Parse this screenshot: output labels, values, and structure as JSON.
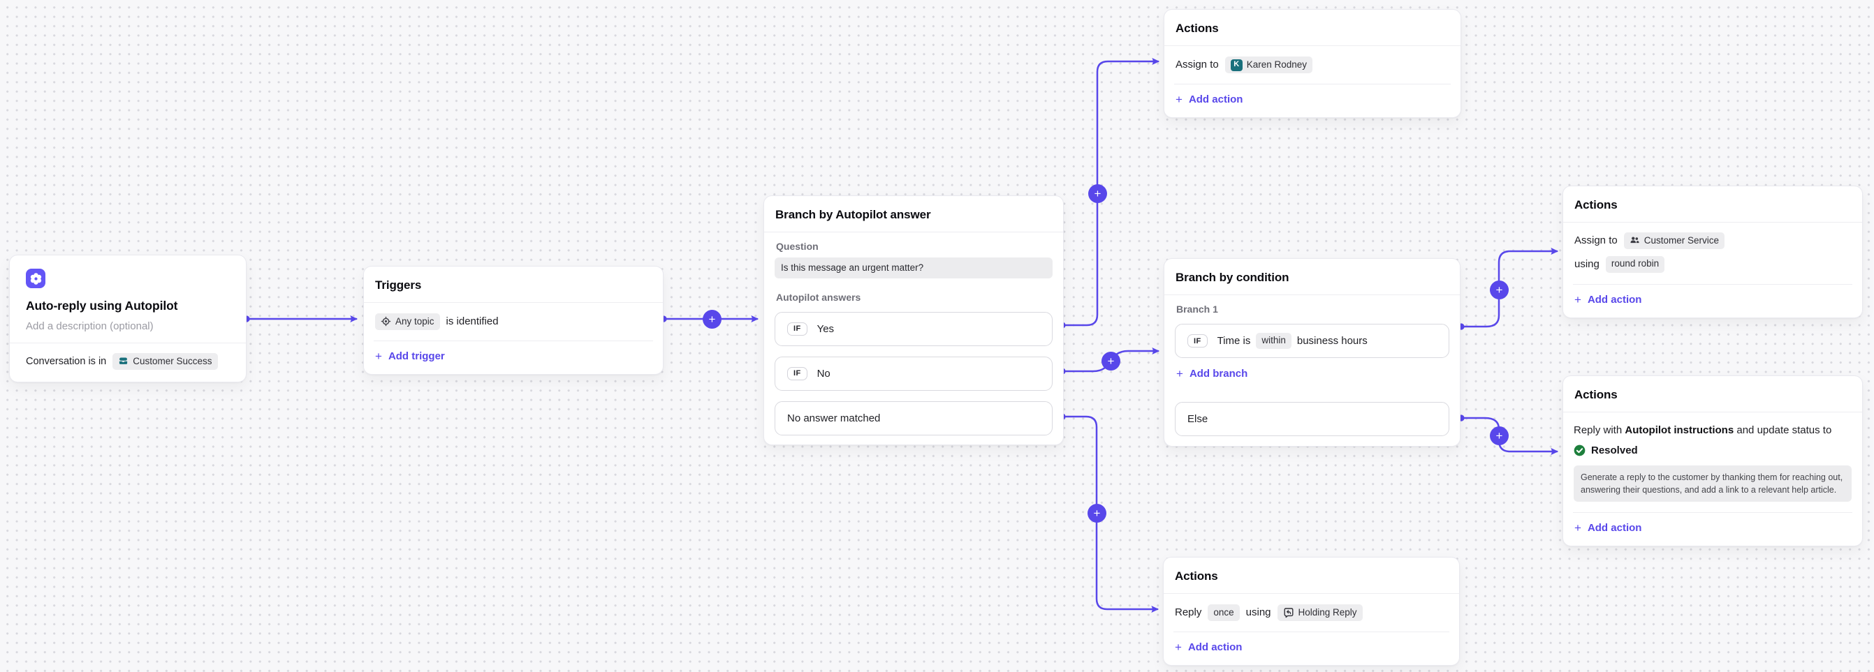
{
  "colors": {
    "accent": "#5847ea",
    "canvas_bg": "#f7f7f9",
    "teal": "#19707c",
    "green": "#1d7f3c",
    "chip_bg": "#ededef"
  },
  "icons": {
    "plus": "+"
  },
  "start_card": {
    "title": "Auto-reply using Autopilot",
    "description_placeholder": "Add a description (optional)",
    "audience_prefix": "Conversation is in",
    "audience_chip": "Customer Success"
  },
  "triggers_card": {
    "title": "Triggers",
    "trigger_chip": "Any topic",
    "trigger_suffix": "is identified",
    "add_label": "Add trigger"
  },
  "autopilot_branch_card": {
    "title": "Branch by Autopilot answer",
    "question_label": "Question",
    "question": "Is this message an urgent matter?",
    "answers_label": "Autopilot answers",
    "if_label": "IF",
    "answer_yes": "Yes",
    "answer_no": "No",
    "fallback": "No answer matched"
  },
  "assign_actions_card": {
    "title": "Actions",
    "prefix": "Assign to",
    "avatar_letter": "K",
    "assignee": "Karen Rodney",
    "add_label": "Add action"
  },
  "condition_branch_card": {
    "title": "Branch by condition",
    "branch_label": "Branch 1",
    "if_label": "IF",
    "condition_pre": "Time is",
    "condition_operator": "within",
    "condition_post": "business hours",
    "add_label": "Add branch",
    "else_label": "Else"
  },
  "team_actions_card": {
    "title": "Actions",
    "prefix": "Assign to",
    "team": "Customer Service",
    "using_label": "using",
    "method": "round robin",
    "add_label": "Add action"
  },
  "reply_actions_card": {
    "title": "Actions",
    "line_pre": "Reply with",
    "line_bold": "Autopilot instructions",
    "line_post": "and update status to",
    "status": "Resolved",
    "instructions": "Generate a reply to the customer by thanking them for reaching out, answering their questions, and add a link to a relevant help article.",
    "add_label": "Add action"
  },
  "holding_reply_card": {
    "title": "Actions",
    "pre": "Reply",
    "frequency": "once",
    "using_label": "using",
    "template": "Holding Reply",
    "add_label": "Add action"
  }
}
